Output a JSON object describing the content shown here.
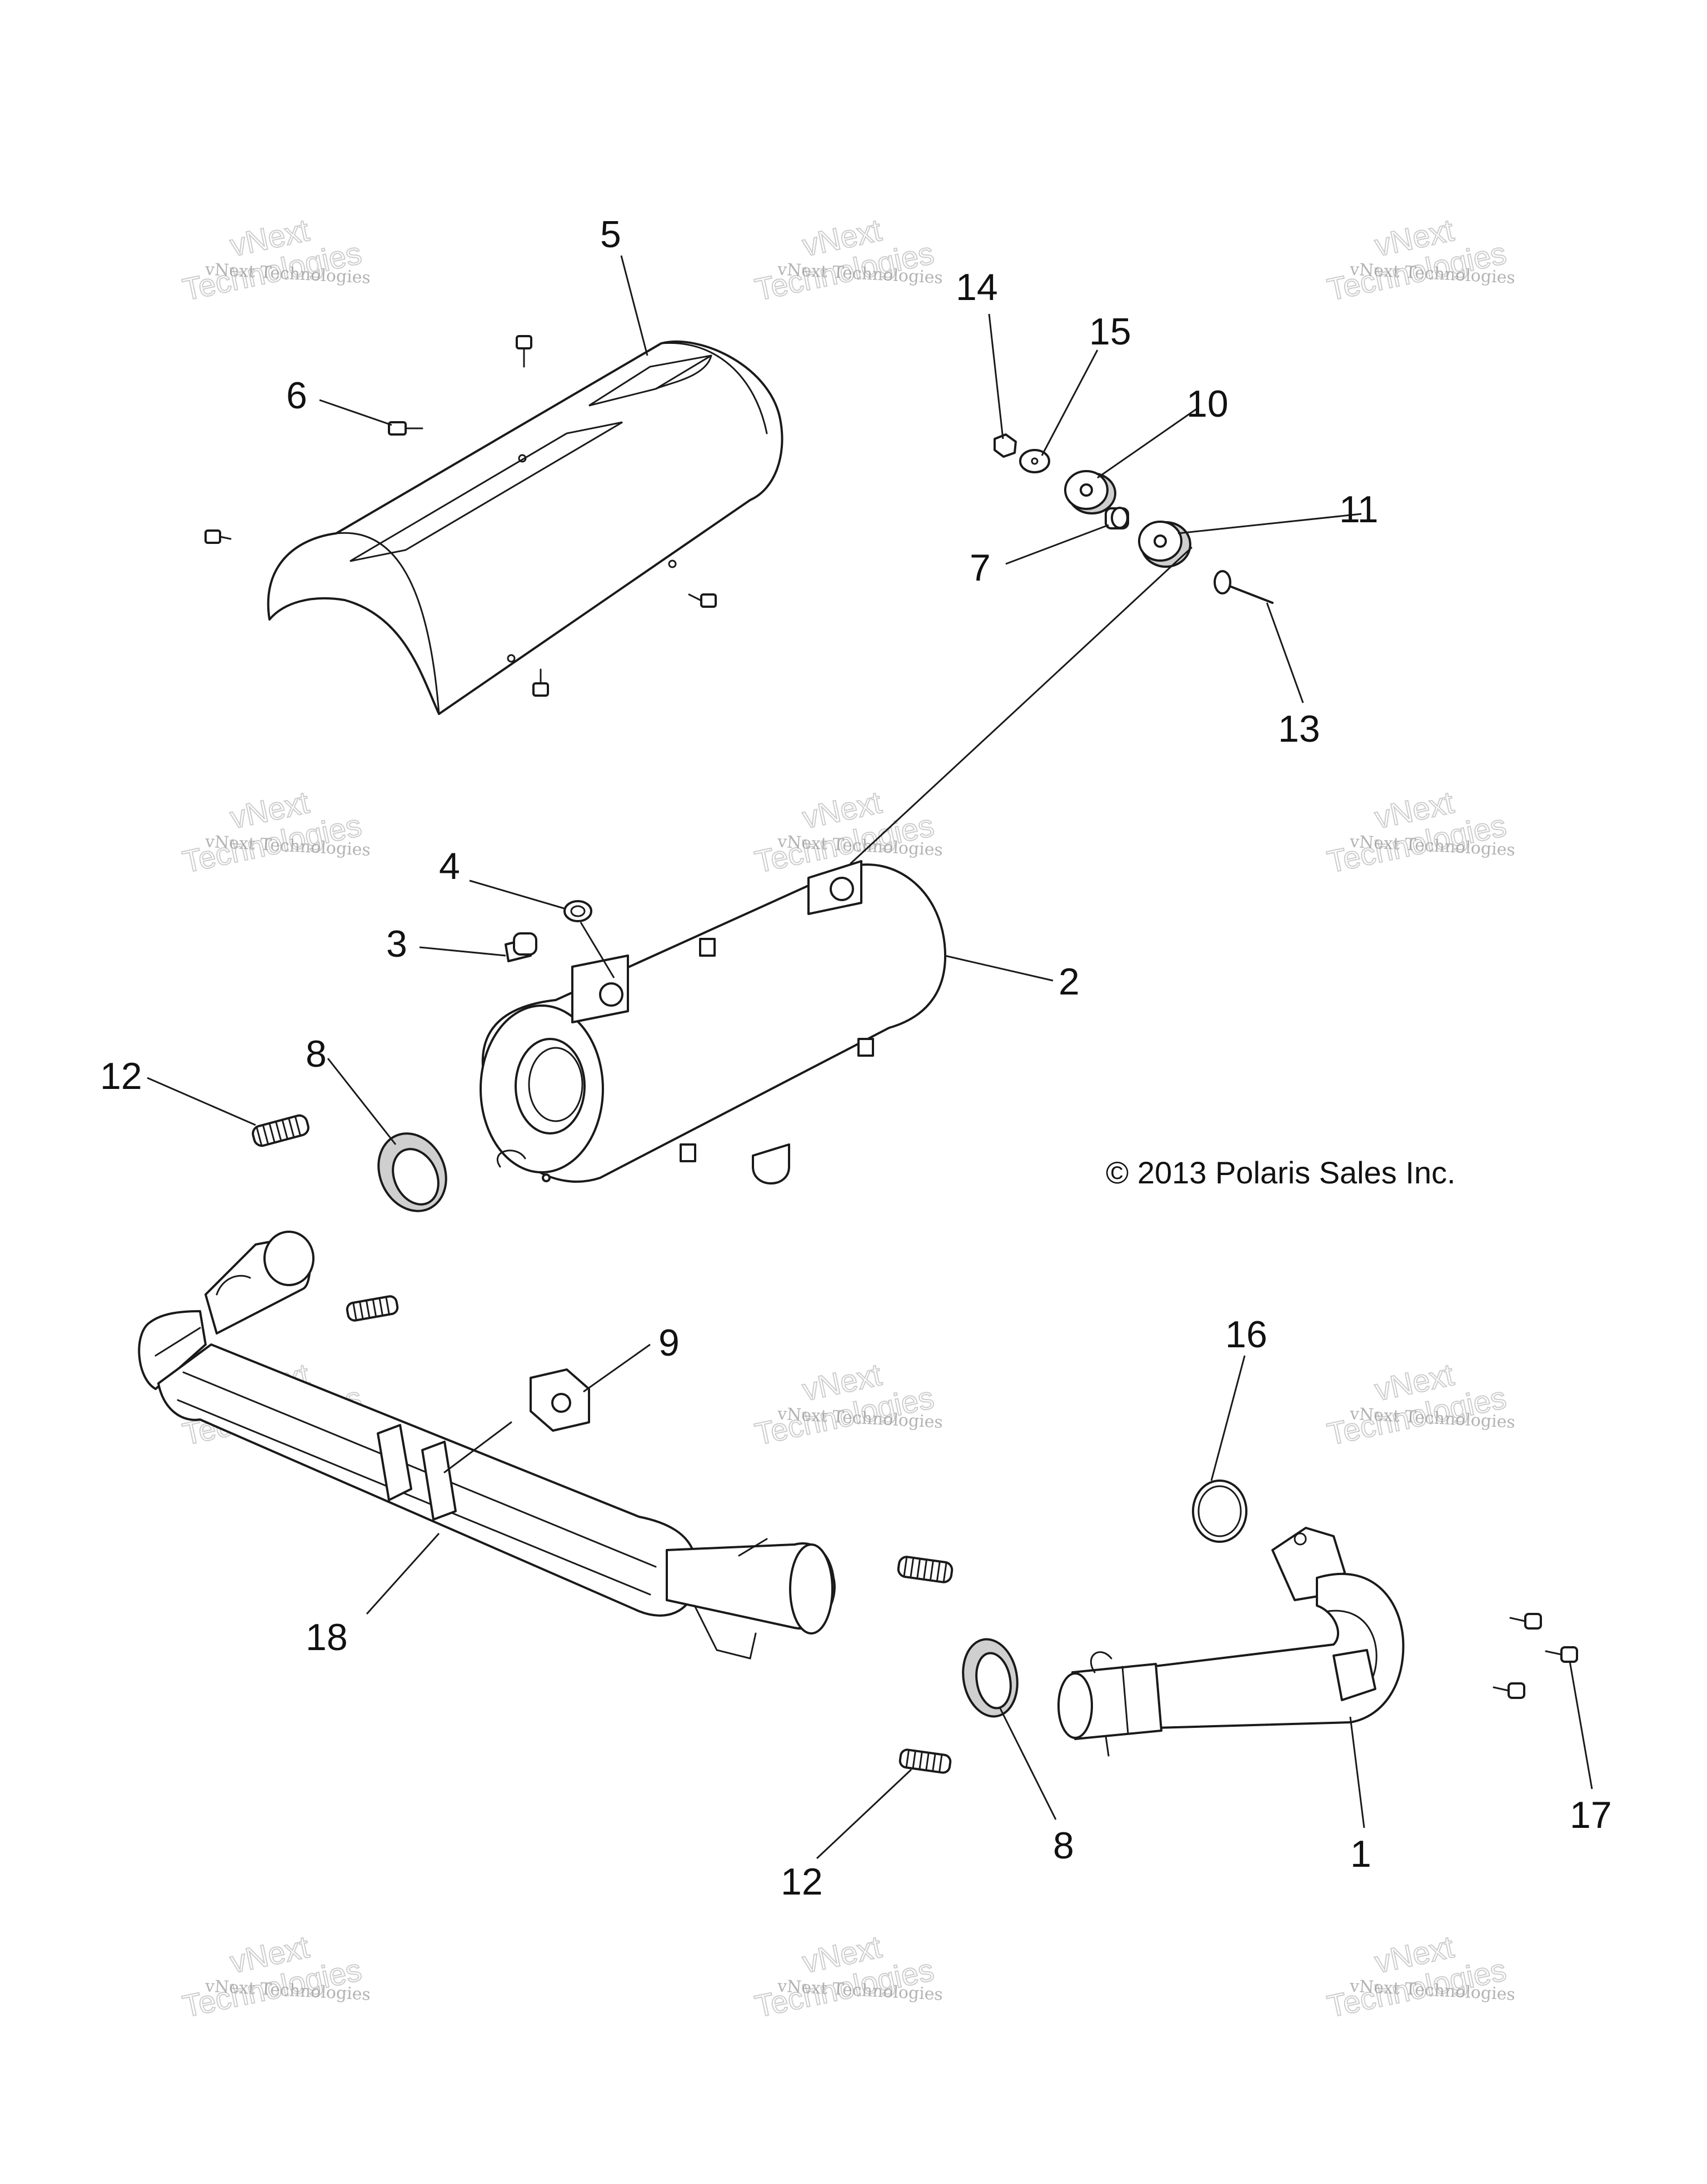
{
  "copyright": "© 2013 Polaris Sales Inc.",
  "watermark": {
    "line1": "vNext Technologies",
    "line2": "Technologies",
    "line3": "vNext"
  },
  "callouts": [
    {
      "id": "5",
      "part": "heat-shield"
    },
    {
      "id": "6",
      "part": "shield-bolt"
    },
    {
      "id": "14",
      "part": "nut"
    },
    {
      "id": "15",
      "part": "washer"
    },
    {
      "id": "10",
      "part": "grommet"
    },
    {
      "id": "11",
      "part": "grommet"
    },
    {
      "id": "7",
      "part": "sleeve"
    },
    {
      "id": "13",
      "part": "mount-bolt"
    },
    {
      "id": "4",
      "part": "washer"
    },
    {
      "id": "3",
      "part": "plug"
    },
    {
      "id": "2",
      "part": "muffler"
    },
    {
      "id": "12",
      "part": "spring"
    },
    {
      "id": "8",
      "part": "seal"
    },
    {
      "id": "9",
      "part": "clip"
    },
    {
      "id": "16",
      "part": "gasket"
    },
    {
      "id": "18",
      "part": "exhaust-pipe"
    },
    {
      "id": "12",
      "part": "spring"
    },
    {
      "id": "8",
      "part": "seal"
    },
    {
      "id": "1",
      "part": "header-pipe"
    },
    {
      "id": "17",
      "part": "header-bolt"
    }
  ]
}
